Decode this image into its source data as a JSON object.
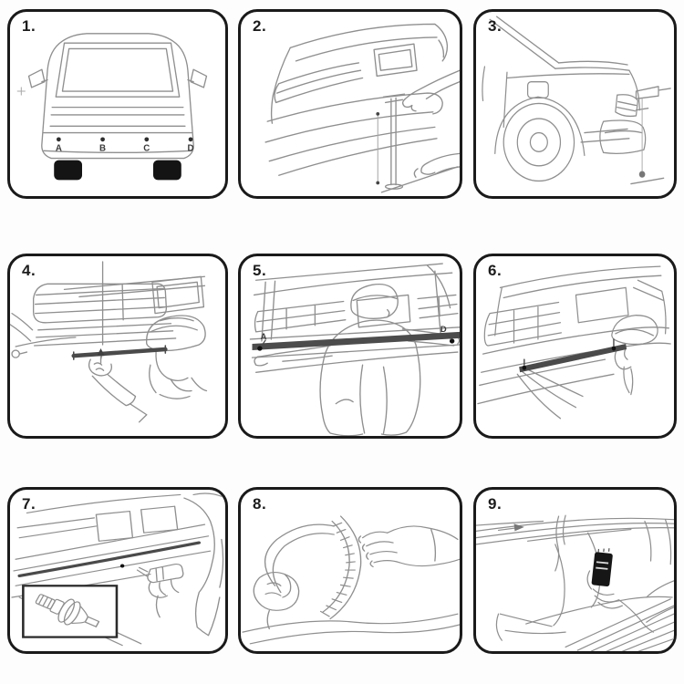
{
  "document": {
    "kind": "installation-instruction-sheet",
    "subject": "rear parking sensor installation steps"
  },
  "colors": {
    "background": "#ffffff",
    "panel_border": "#1a1a1a",
    "line_art": "#8f8f8f",
    "dark_fill": "#141414"
  },
  "panels": [
    {
      "number": "1.",
      "labels": [
        "A",
        "B",
        "C",
        "D"
      ]
    },
    {
      "number": "2."
    },
    {
      "number": "3."
    },
    {
      "number": "4."
    },
    {
      "number": "5.",
      "labels": [
        "A",
        "D"
      ]
    },
    {
      "number": "6."
    },
    {
      "number": "7."
    },
    {
      "number": "8."
    },
    {
      "number": "9."
    }
  ]
}
